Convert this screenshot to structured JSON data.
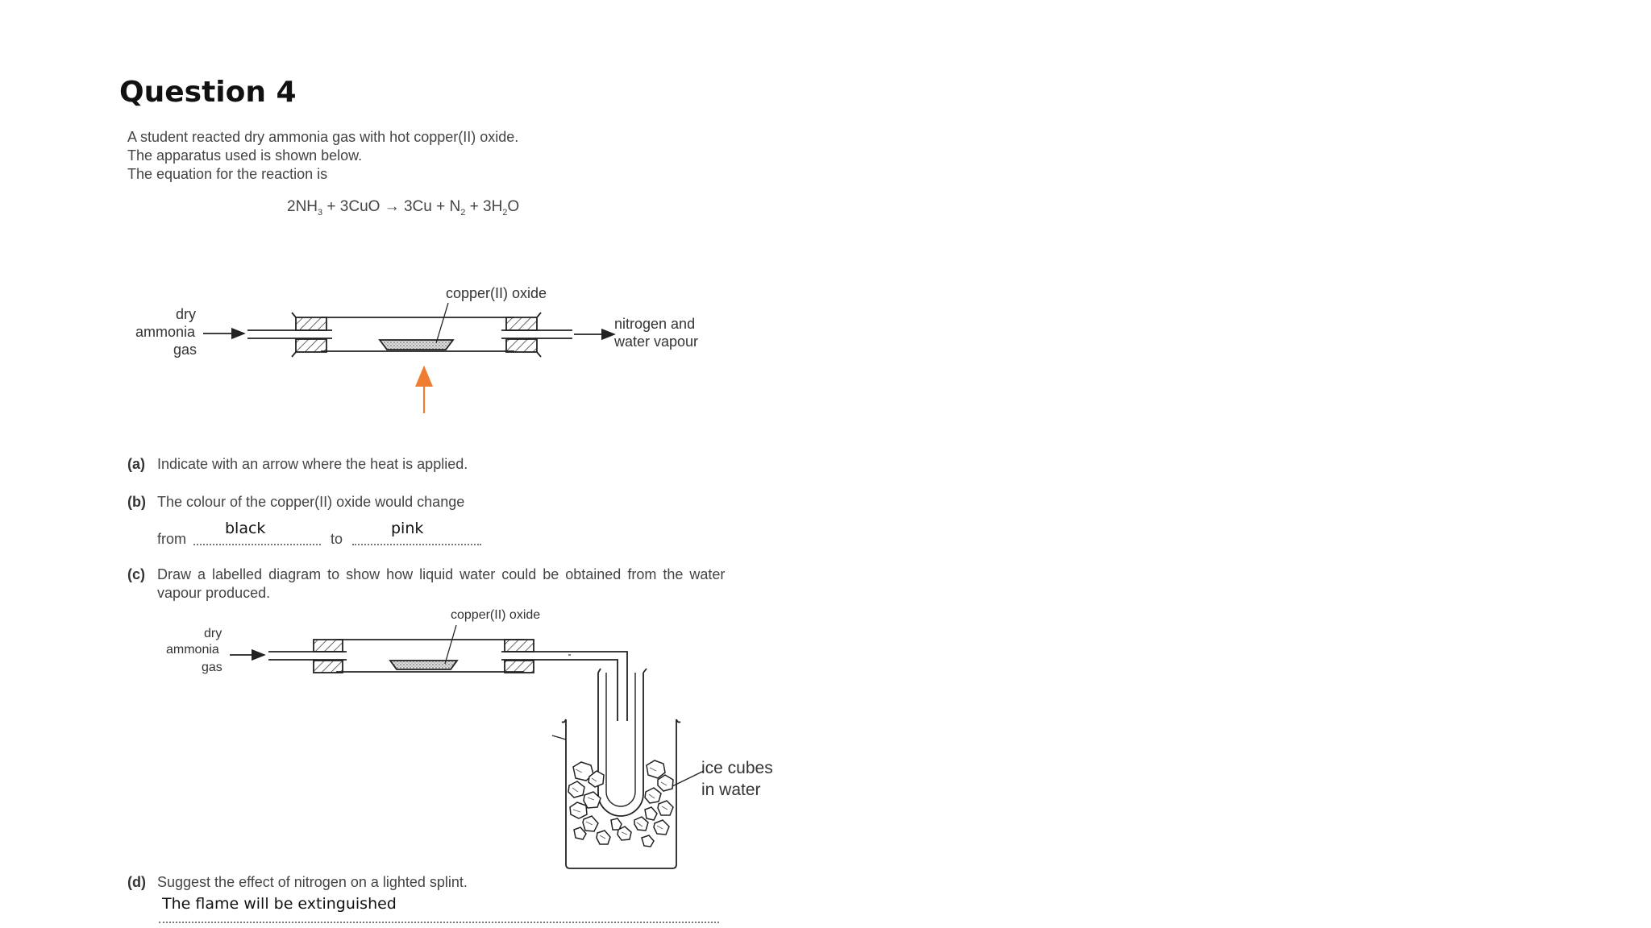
{
  "title": "Question 4",
  "intro": [
    "A student reacted dry ammonia gas with hot copper(II) oxide.",
    "The apparatus used is shown below.",
    "The equation for the reaction is"
  ],
  "equation": {
    "t1": "2NH",
    "s1": "3",
    "t2": " + 3CuO → 3Cu + N",
    "s2": "2",
    "t3": " + 3H",
    "s3": "2",
    "t4": "O"
  },
  "diagram1": {
    "inlet_label": [
      "dry",
      "ammonia",
      "gas"
    ],
    "top_label": "copper(II) oxide",
    "outlet_label": [
      "nitrogen and",
      "water vapour"
    ],
    "heat_arrow_color": "#ed7d31"
  },
  "questions": {
    "a": {
      "letter": "(a)",
      "text": "Indicate with an arrow where the heat is applied."
    },
    "b": {
      "letter": "(b)",
      "text": "The colour of the copper(II) oxide would change",
      "from_label": "from",
      "to_label": "to",
      "from_answer": "black",
      "to_answer": "pink"
    },
    "c": {
      "letter": "(c)",
      "text_line1": "Draw a labelled diagram to show how liquid water could be obtained from the water",
      "text_line2": "vapour produced."
    },
    "d": {
      "letter": "(d)",
      "text": "Suggest the effect of nitrogen on a lighted splint.",
      "answer": "The flame will be extinguished"
    }
  },
  "diagram2": {
    "inlet_label": [
      "dry",
      "ammonia",
      "gas"
    ],
    "top_label": "copper(II) oxide",
    "beaker_label": [
      "ice cubes",
      "in water"
    ]
  }
}
